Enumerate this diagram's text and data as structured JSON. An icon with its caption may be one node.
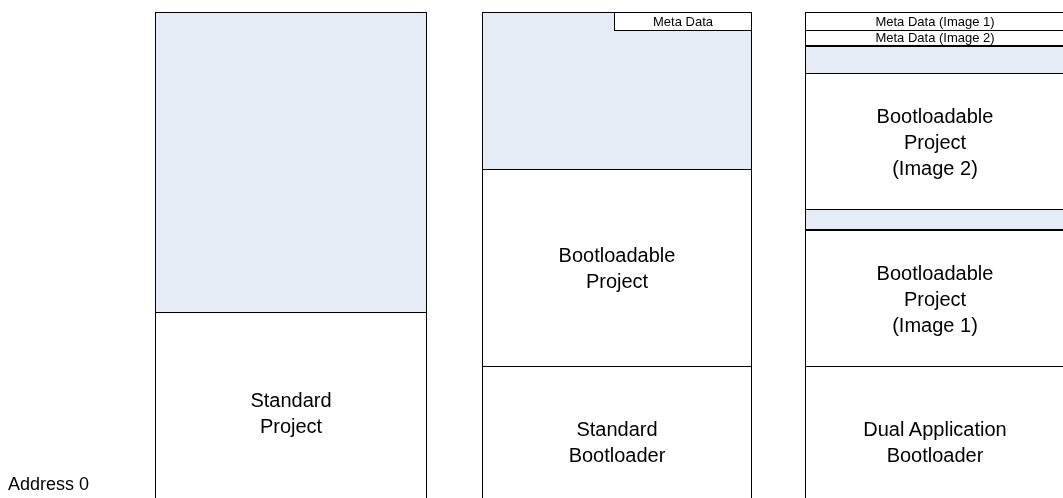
{
  "diagram": {
    "nodes": [
      {
        "text": [],
        "shape": "box"
      },
      {
        "text": [],
        "shape": "box",
        "in": 0
      },
      {
        "text": [
          "Standard Project"
        ],
        "in": 0
      },
      {
        "text": [],
        "shape": "box"
      },
      {
        "text": [],
        "shape": "box",
        "in": 3
      },
      {
        "text": [
          "Meta Data"
        ],
        "in": 4
      },
      {
        "text": [
          "Bootloadable Project"
        ],
        "in": 3
      },
      {
        "text": [
          "Standard Bootloader"
        ],
        "in": 3
      },
      {
        "text": [],
        "shape": "box"
      },
      {
        "text": [
          "Meta Data (Image 1)"
        ],
        "in": 8
      },
      {
        "text": [
          "Meta Data (Image 2)"
        ],
        "in": 8
      },
      {
        "text": [],
        "shape": "box",
        "in": 8
      },
      {
        "text": [
          "Bootloadable Project (Image 2)"
        ],
        "in": 8
      },
      {
        "text": [],
        "shape": "box",
        "in": 8
      },
      {
        "text": [
          "Bootloadable Project (Image 1)"
        ],
        "in": 8
      },
      {
        "text": [
          "Dual Application Bootloader"
        ],
        "in": 8
      }
    ],
    "labels": [
      "Address 0"
    ]
  }
}
